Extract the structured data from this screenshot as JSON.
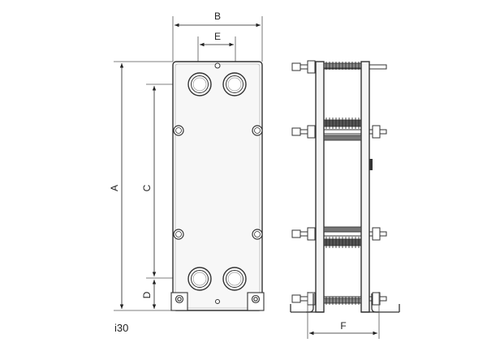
{
  "model": "i30",
  "dimensions": {
    "a": "A",
    "b": "B",
    "c": "C",
    "d": "D",
    "e": "E",
    "f": "F"
  }
}
